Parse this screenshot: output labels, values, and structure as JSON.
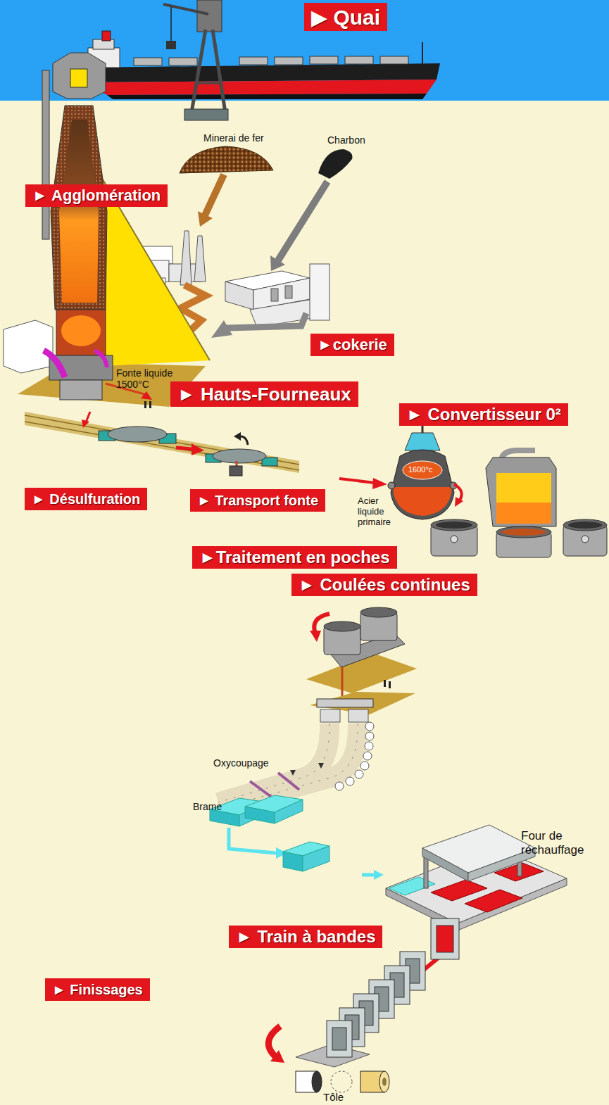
{
  "diagram": {
    "nodes": [
      {
        "text": [
          "▶ Quai"
        ]
      },
      {
        "text": [
          "► Agglomération"
        ]
      },
      {
        "text": [
          "►cokerie"
        ]
      },
      {
        "text": [
          "► Hauts-Fourneaux"
        ]
      },
      {
        "text": [
          "► Convertisseur 0²"
        ]
      },
      {
        "text": [
          "► Désulfuration"
        ]
      },
      {
        "text": [
          "► Transport fonte"
        ]
      },
      {
        "text": [
          "►Traitement en poches"
        ]
      },
      {
        "text": [
          "► Coulées continues"
        ]
      },
      {
        "text": [
          "► Train à bandes"
        ]
      },
      {
        "text": [
          "► Finissages"
        ]
      }
    ],
    "labels": [
      "Minerai de fer",
      "Charbon",
      "Fonte liquide 1500°C",
      "1600°c",
      "Acier liquide primaire",
      "Oxycoupage",
      "Brame",
      "Four de réchauffage",
      "Tôle"
    ]
  }
}
